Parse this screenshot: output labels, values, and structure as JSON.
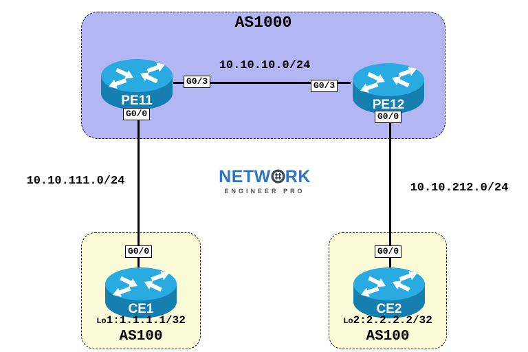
{
  "regions": {
    "core": {
      "label": "AS1000"
    },
    "edge_left": {
      "label": "AS100"
    },
    "edge_right": {
      "label": "AS100"
    }
  },
  "routers": {
    "pe11": {
      "name": "PE11"
    },
    "pe12": {
      "name": "PE12"
    },
    "ce1": {
      "name": "CE1"
    },
    "ce2": {
      "name": "CE2"
    }
  },
  "interfaces": {
    "pe11_g03": "G0/3",
    "pe12_g03": "G0/3",
    "pe11_g00": "G0/0",
    "pe12_g00": "G0/0",
    "ce1_g00": "G0/0",
    "ce2_g00": "G0/0"
  },
  "subnets": {
    "core_link": "10.10.10.0/24",
    "left_link": "10.10.111.0/24",
    "right_link": "10.10.212.0/24"
  },
  "loopbacks": {
    "ce1": {
      "prefix": "Lo",
      "value": "1:1.1.1.1/32"
    },
    "ce2": {
      "prefix": "Lo",
      "value": "2:2.2.2.2/32"
    }
  },
  "logo": {
    "name_left": "NETW",
    "name_right": "RK",
    "subtitle": "ENGINEER PRO"
  },
  "colors": {
    "core_region_fill": "#b4b6f4",
    "edge_region_fill": "#fbfbd8",
    "router_top": "#29abe2",
    "router_body": "#1580b0",
    "logo_blue": "#2e74c8",
    "logo_gray": "#4d4d4d",
    "link_color": "#000000",
    "interface_badge_bg": "#ffffff"
  }
}
